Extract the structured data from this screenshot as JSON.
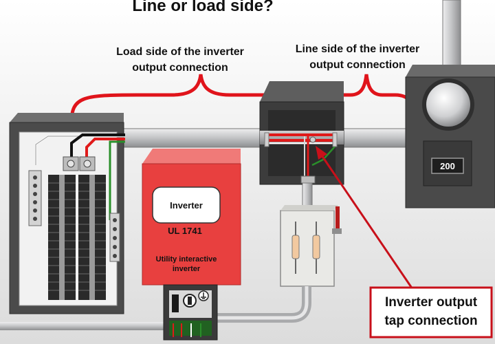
{
  "title": "Line or load side?",
  "labels": {
    "load_side": [
      "Load side of the inverter",
      "output connection"
    ],
    "line_side": [
      "Line side of the inverter",
      "output connection"
    ]
  },
  "inverter": {
    "name": "Inverter",
    "standard": "UL 1741",
    "description": [
      "Utility interactive",
      "inverter"
    ]
  },
  "meter": {
    "reading": "200"
  },
  "callout": {
    "text": [
      "Inverter output",
      "tap connection"
    ]
  },
  "colors": {
    "brace": "#e0141b",
    "callout_border": "#c8101a",
    "inverter_body": "#e8403f",
    "panel": "#3e3e3e",
    "conduit": "#c9cacc",
    "wire_red": "#e01a1a",
    "wire_green": "#2a8f2a"
  }
}
